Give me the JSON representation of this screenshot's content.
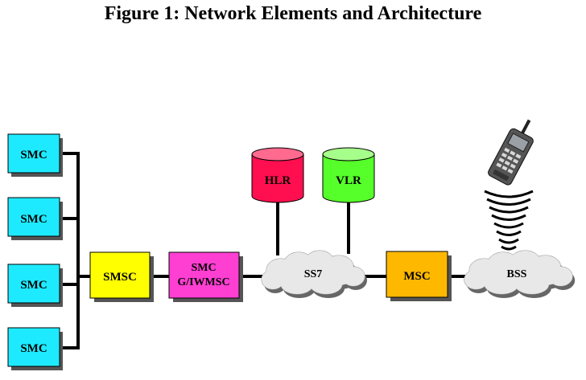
{
  "figure": {
    "title": "Figure 1: Network Elements and Architecture"
  },
  "nodes": {
    "smc_1": "SMC",
    "smc_2": "SMC",
    "smc_3": "SMC",
    "smc_4": "SMC",
    "smsc": "SMSC",
    "gateway_line1": "SMC",
    "gateway_line2": "G/IWMSC",
    "hlr": "HLR",
    "vlr": "VLR",
    "ss7": "SS7",
    "msc": "MSC",
    "bss": "BSS"
  },
  "colors": {
    "smc": "#1EEAFF",
    "smsc": "#FFFF00",
    "gateway": "#FF3FD2",
    "hlr": "#FF0F50",
    "vlr": "#56FF2A",
    "msc": "#FFB800",
    "cloud": "#E8E8E8",
    "shadow": "#555555"
  },
  "icons": {
    "handset": "mobile-phone-icon",
    "radio": "radio-wave-icon"
  }
}
